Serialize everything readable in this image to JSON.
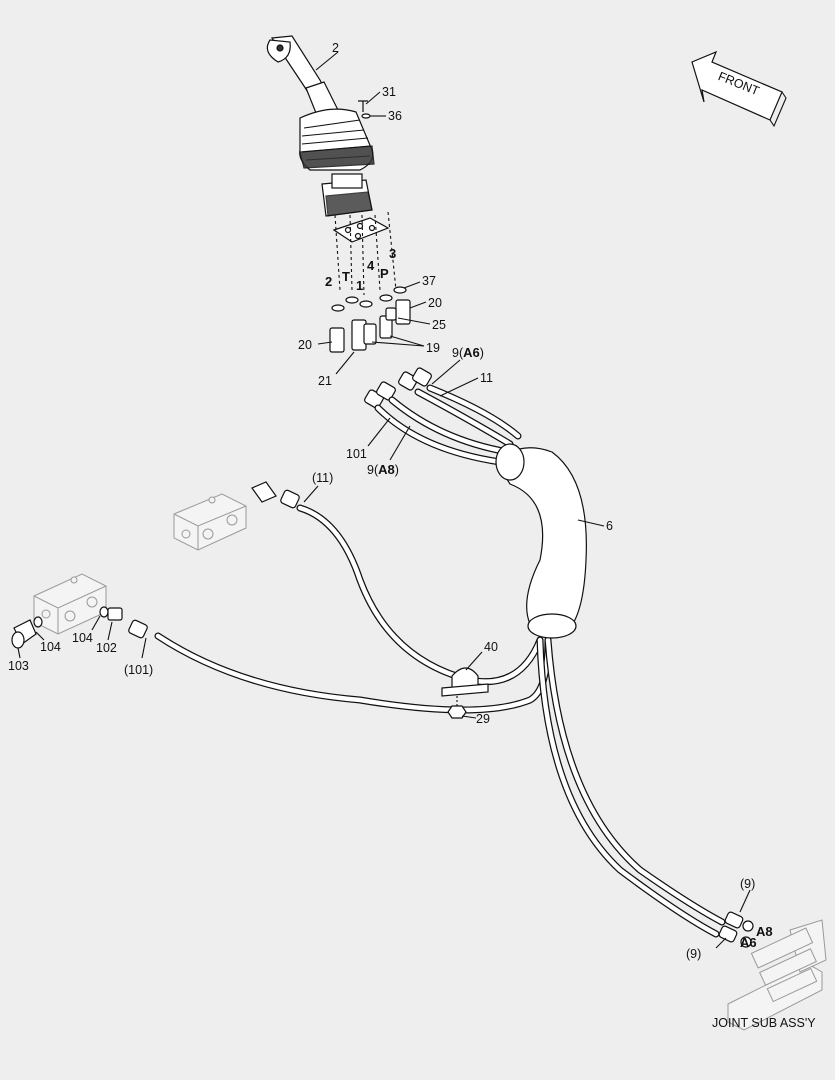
{
  "callouts": {
    "c2": "2",
    "c31": "31",
    "c36": "36",
    "p2": "2",
    "pT": "T",
    "p1": "1",
    "p4": "4",
    "pP": "P",
    "p3": "3",
    "c37": "37",
    "c20a": "20",
    "c25": "25",
    "c20b": "20",
    "c19": "19",
    "c21": "21",
    "c9a6_num": "9",
    "c9a6_ref": "A6",
    "c11": "11",
    "c101": "101",
    "c9a8_num": "9",
    "c9a8_ref": "A8",
    "c11p": "(11)",
    "c6": "6",
    "c104a": "104",
    "c104b": "104",
    "c102": "102",
    "c103": "103",
    "c101p": "(101)",
    "c40": "40",
    "c29": "29",
    "c9top": "(9)",
    "cA8": "A8",
    "cA6": "A6",
    "c9bot": "(9)"
  },
  "front_label": "FRONT",
  "assembly_label": "JOINT SUB ASS'Y",
  "colors": {
    "line": "#111111",
    "background": "#eeeeee",
    "fill": "#ffffff"
  }
}
